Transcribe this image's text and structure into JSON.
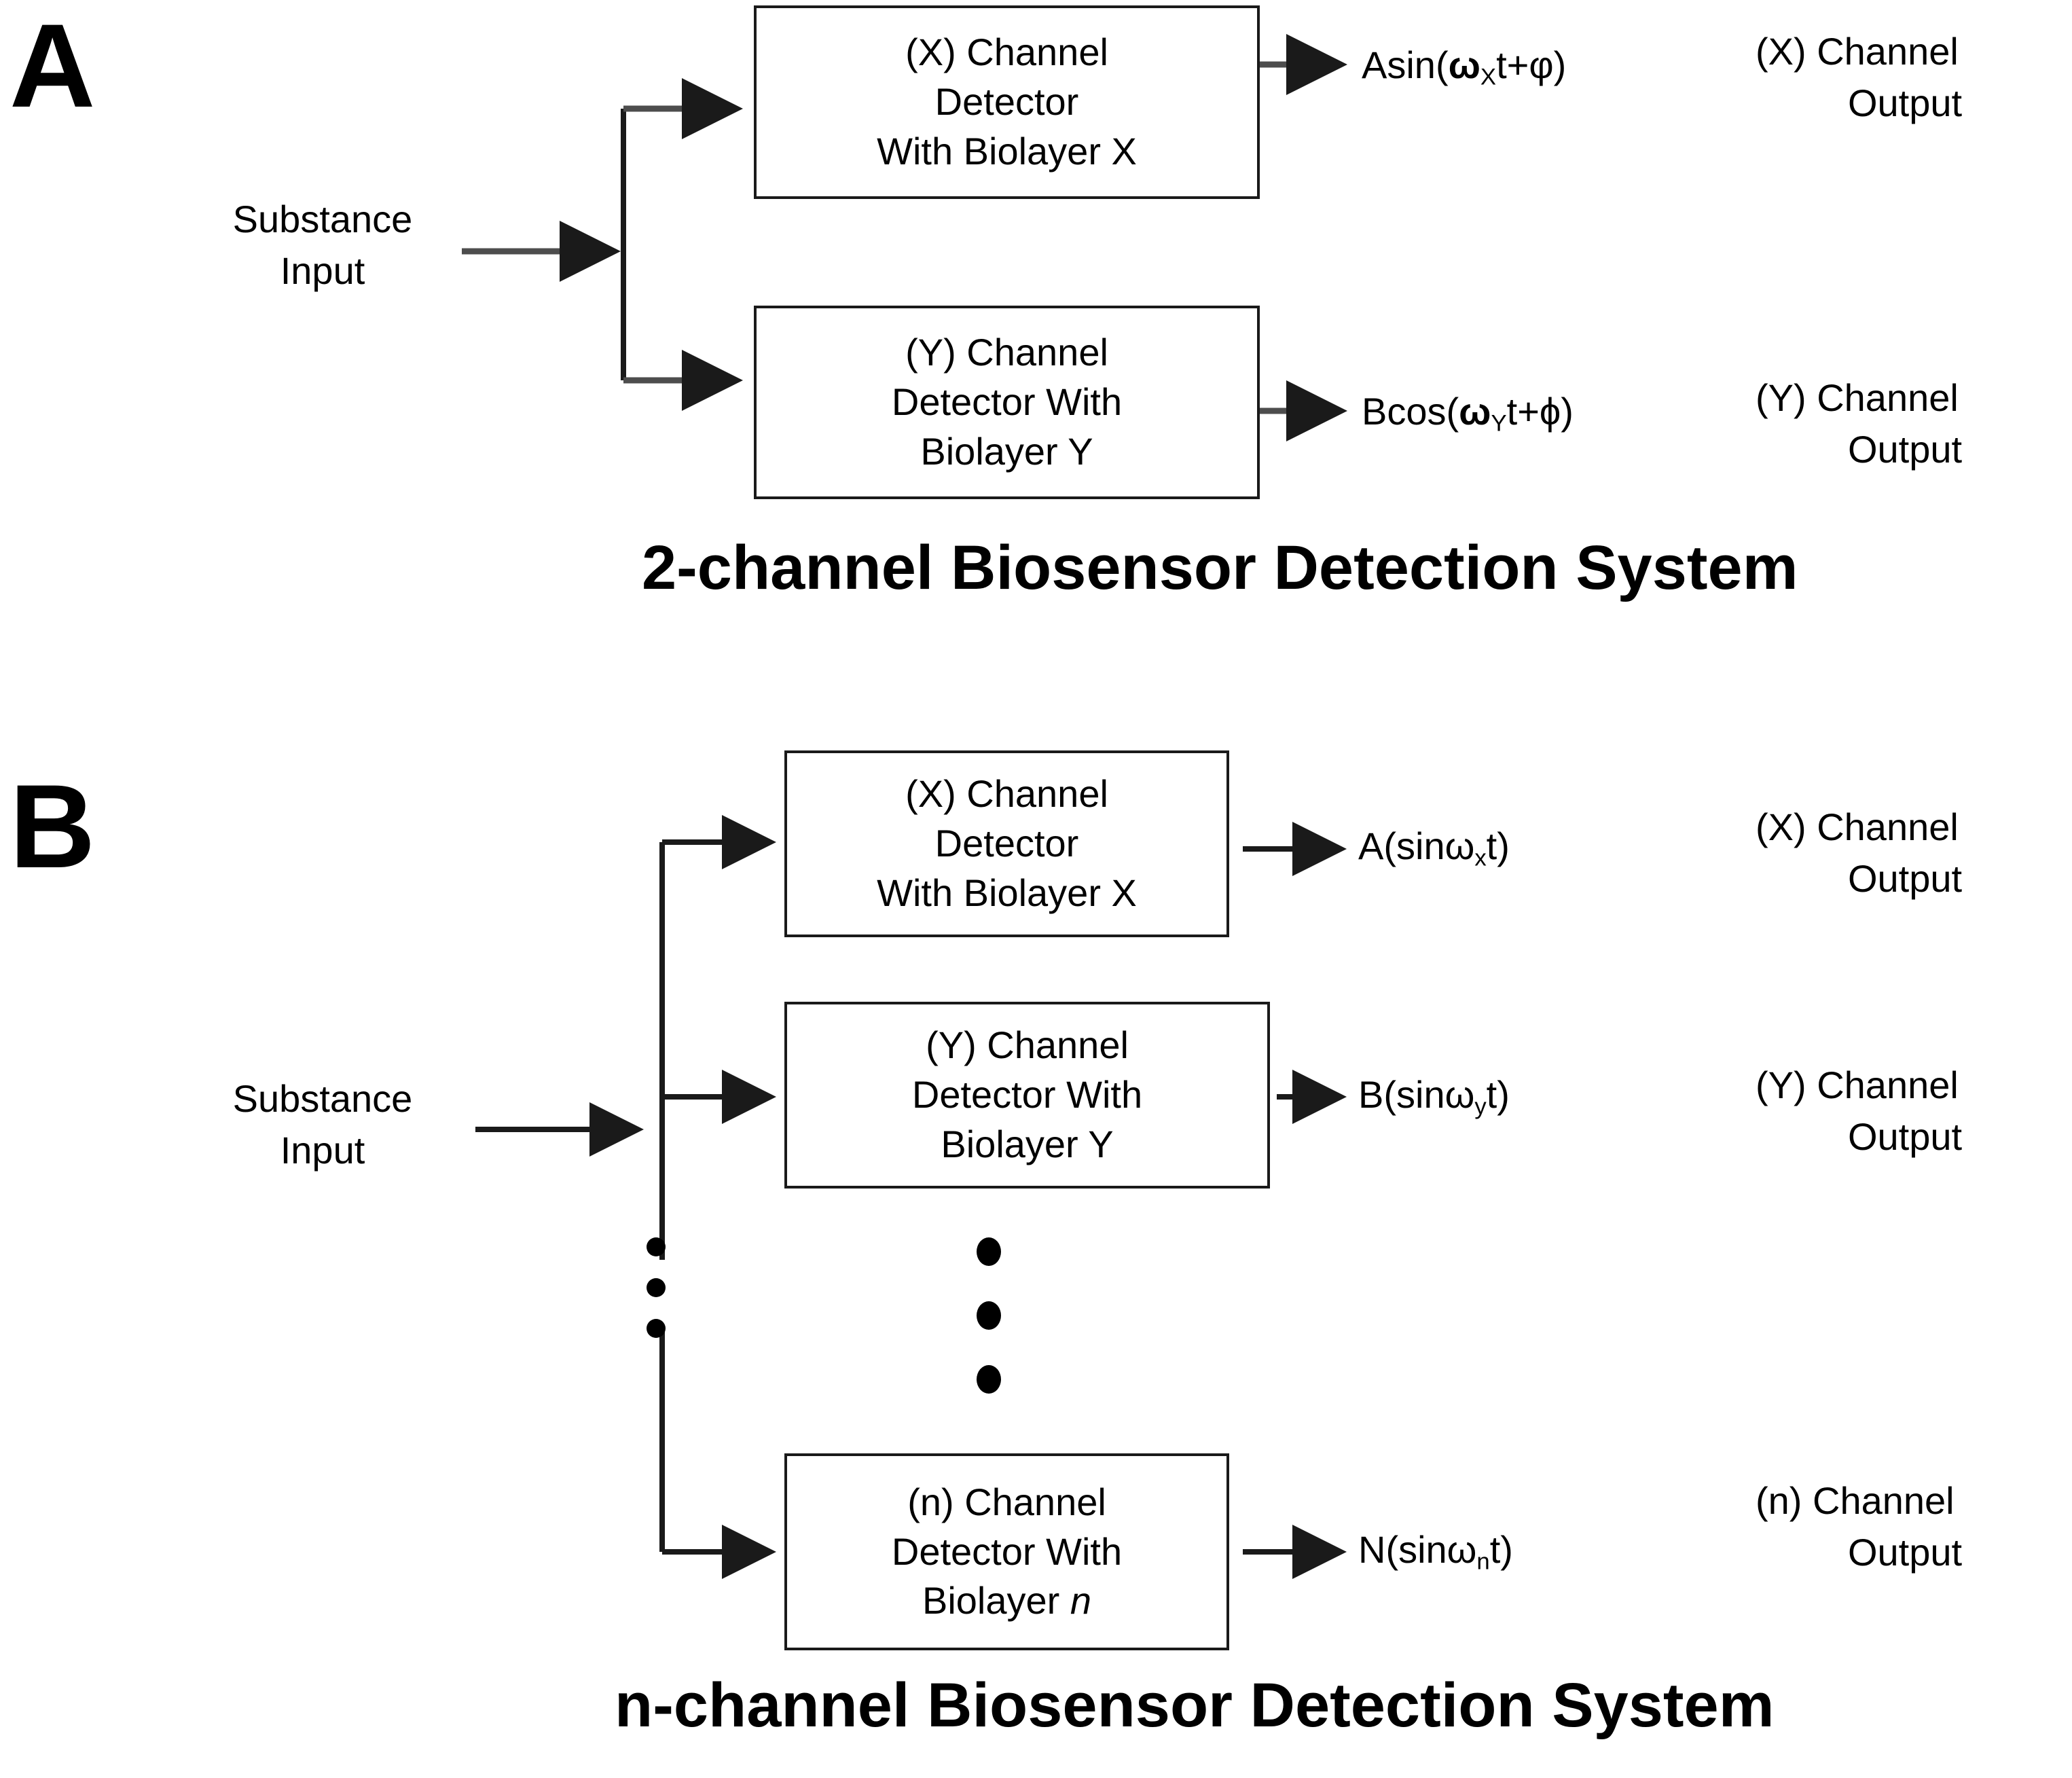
{
  "figure": {
    "panels": [
      {
        "letter": "A",
        "caption": "2-channel Biosensor Detection System",
        "input_label_line1": "Substance",
        "input_label_line2": "Input",
        "channels": [
          {
            "box_line1": "(X) Channel",
            "box_line2": "Detector",
            "box_line3": "With Biolayer X",
            "formula_prefix": "Asin(",
            "formula_omega": "ω",
            "formula_sub": "X",
            "formula_suffix": "t+φ)",
            "output_line1": "(X) Channel",
            "output_line2": "Output"
          },
          {
            "box_line1": "(Y) Channel",
            "box_line2": "Detector With",
            "box_line3": "Biolayer Y",
            "formula_prefix": "Bcos(",
            "formula_omega": "ω",
            "formula_sub": "Y",
            "formula_suffix": "t+ϕ)",
            "output_line1": "(Y) Channel",
            "output_line2": "Output"
          }
        ]
      },
      {
        "letter": "B",
        "caption": "n-channel Biosensor Detection System",
        "input_label_line1": "Substance",
        "input_label_line2": "Input",
        "channels": [
          {
            "box_line1": "(X) Channel",
            "box_line2": "Detector",
            "box_line3": "With Biolayer X",
            "formula_prefix": "A(sinω",
            "formula_sub": "x",
            "formula_suffix": "t)",
            "output_line1": "(X) Channel",
            "output_line2": "Output"
          },
          {
            "box_line1": "(Y) Channel",
            "box_line2": "Detector With",
            "box_line3": "Biolayer Y",
            "formula_prefix": "B(sinω",
            "formula_sub": "y",
            "formula_suffix": "t)",
            "output_line1": "(Y) Channel",
            "output_line2": "Output"
          },
          {
            "box_line1": "(n) Channel",
            "box_line2": "Detector With",
            "box_line3_pre": "Biolayer ",
            "box_line3_ital": "n",
            "formula_prefix": "N(sinω",
            "formula_sub": "n",
            "formula_suffix": "t)",
            "output_line1": "(n) Channel",
            "output_line2": "Output"
          }
        ],
        "ellipsis_left": "•••",
        "ellipsis_right": "•••"
      }
    ],
    "colors": {
      "stroke": "#1a1a1a",
      "text": "#000000",
      "background": "#ffffff"
    }
  }
}
